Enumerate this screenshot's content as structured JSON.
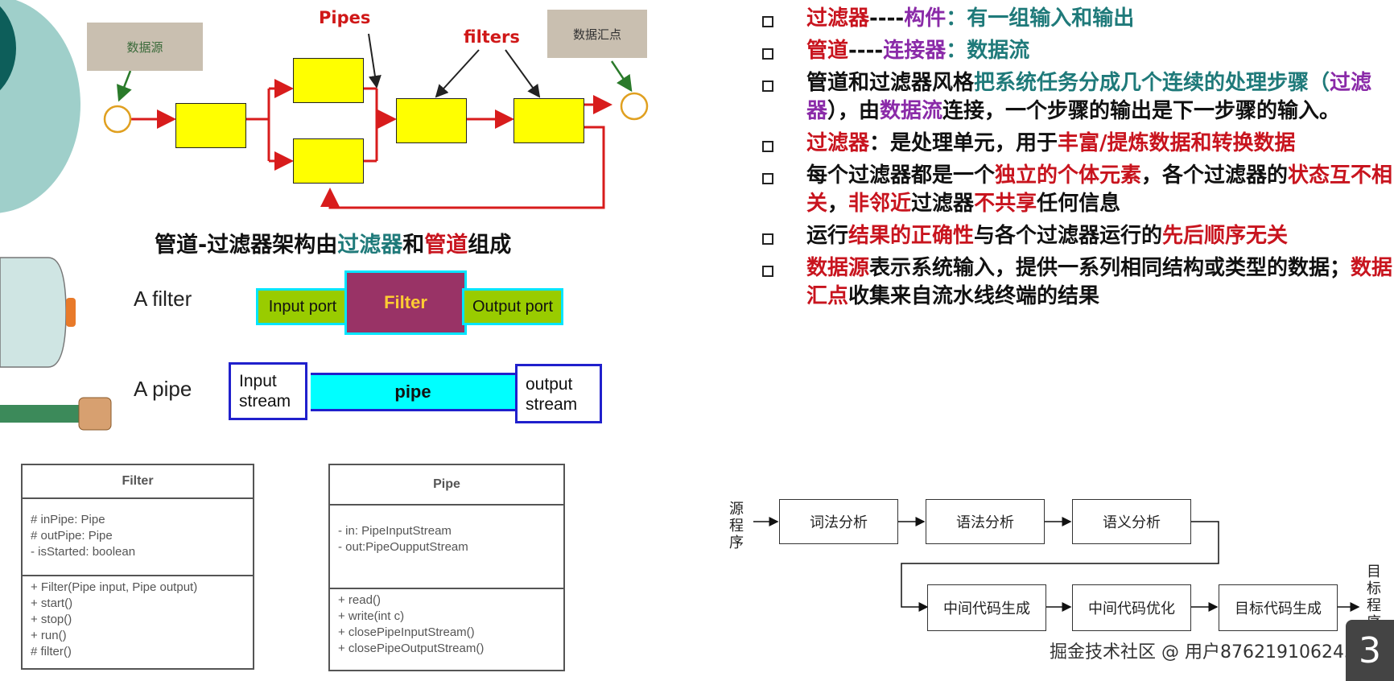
{
  "top_diagram": {
    "source_label": "数据源",
    "sink_label": "数据汇点",
    "pipes_label": "Pipes",
    "filters_label": "filters"
  },
  "caption": {
    "prefix": "管道-过滤器架构由",
    "filters_word": "过滤器",
    "and_word": "和",
    "pipes_word": "管道",
    "suffix": "组成"
  },
  "filter_row": {
    "label": "A filter",
    "input_port": "Input port",
    "filter": "Filter",
    "output_port": "Output port"
  },
  "pipe_row": {
    "label": "A pipe",
    "input_stream_1": "Input",
    "input_stream_2": "stream",
    "pipe": "pipe",
    "output_stream_1": "output",
    "output_stream_2": "stream"
  },
  "uml_filter": {
    "title": "Filter",
    "attributes": [
      "# inPipe: Pipe",
      "# outPipe: Pipe",
      "- isStarted: boolean"
    ],
    "methods": [
      "+ Filter(Pipe input, Pipe output)",
      "+ start()",
      "+ stop()",
      "+ run()",
      "# filter()"
    ]
  },
  "uml_pipe": {
    "title": "Pipe",
    "attributes": [
      "- in: PipeInputStream",
      "- out:PipeOupputStream"
    ],
    "methods": [
      "+ read()",
      "+ write(int c)",
      "+ closePipeInputStream()",
      "+ closePipeOutputStream()"
    ]
  },
  "bullets": {
    "b1": {
      "a": "过滤器",
      "b": "----",
      "c": "构件",
      "d": "：有一组输入和输出"
    },
    "b2": {
      "a": "管道",
      "b": "----",
      "c": "连接器",
      "d": "：数据流"
    },
    "b3": {
      "a": "管道和过滤器风格",
      "b": "把系统任务分成几个连续的处理步骤（",
      "c": "过滤器",
      "d": "），由",
      "e": "数据流",
      "f": "连接，一个步骤的输出是下一步骤的输入。"
    },
    "b4": {
      "a": "过滤器",
      "b": "：是处理单元，用于",
      "c": "丰富/提炼数据和转换数据"
    },
    "b5": {
      "a": "每个过滤器都是一个",
      "b": "独立的个体元素",
      "c": "，各个过滤器的",
      "d": "状态互不相关",
      "e": "，",
      "f": "非邻近",
      "g": "过滤器",
      "h": "不共享",
      "i": "任何信息"
    },
    "b6": {
      "a": "运行",
      "b": "结果的正确性",
      "c": "与各个过滤器运行的",
      "d": "先后顺序无关"
    },
    "b7": {
      "a": "数据源",
      "b": "表示系统输入，提供一系列相同结构或类型的数据；",
      "c": "数据汇点",
      "d": "收集来自流水线终端的结果"
    }
  },
  "compiler": {
    "source_label": "源程序",
    "target_label": "目标程序",
    "boxes": [
      "词法分析",
      "语法分析",
      "语义分析",
      "中间代码生成",
      "中间代码优化",
      "目标代码生成"
    ]
  },
  "watermark": "掘金技术社区 @ 用户876219106245",
  "page_number": "3",
  "colors": {
    "yellow": "#ffff00",
    "red": "#d81c1c",
    "filter_box": "#993366",
    "cyan": "#00ffff",
    "port_green": "#99cc00",
    "pipe_border": "#2020cc"
  }
}
